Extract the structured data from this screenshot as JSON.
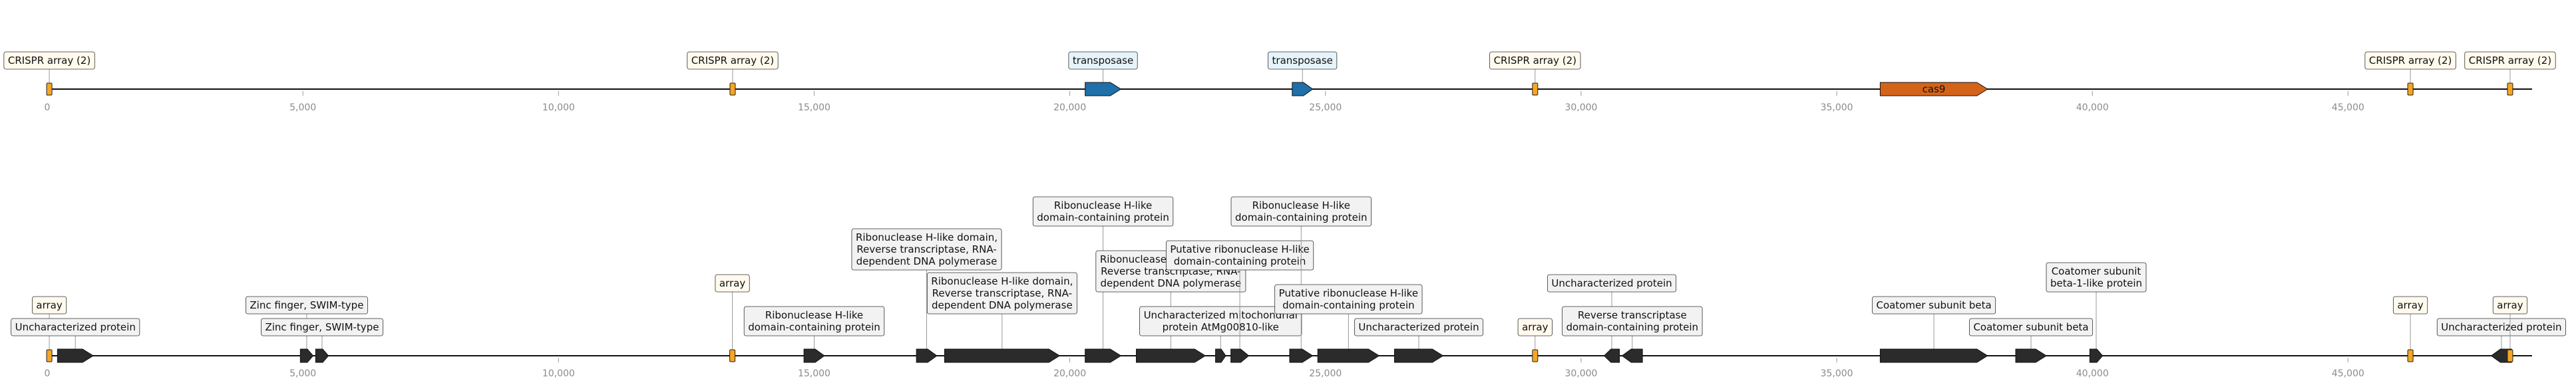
{
  "colors": {
    "crispr_fill": "#F5A623",
    "crispr_label_bg": "#FFFAED",
    "transposase_fill": "#1F6FA8",
    "transposase_label_bg": "#E6F3FA",
    "cas9_fill": "#D4631A",
    "gene_fill": "#2B2B2B",
    "gene_label_bg": "#F2F2F2",
    "array_label_bg": "#FFFAED",
    "axis": "#111111",
    "tick_text": "#8A8A8A"
  },
  "axis": {
    "min_bp": 0,
    "max_bp": 48600,
    "ticks": [
      {
        "value": 0,
        "label": "0"
      },
      {
        "value": 5000,
        "label": "5,000"
      },
      {
        "value": 10000,
        "label": "10,000"
      },
      {
        "value": 15000,
        "label": "15,000"
      },
      {
        "value": 20000,
        "label": "20,000"
      },
      {
        "value": 25000,
        "label": "25,000"
      },
      {
        "value": 30000,
        "label": "30,000"
      },
      {
        "value": 35000,
        "label": "35,000"
      },
      {
        "value": 40000,
        "label": "40,000"
      },
      {
        "value": 45000,
        "label": "45,000"
      }
    ]
  },
  "tracks": [
    {
      "id": "top",
      "features": [
        {
          "name": "crispr-array-1",
          "kind": "crispr",
          "start": 0,
          "end": 80,
          "strand": 0,
          "label": "CRISPR array (2)",
          "label_level": 1
        },
        {
          "name": "crispr-array-2",
          "kind": "crispr",
          "start": 13350,
          "end": 13460,
          "strand": 0,
          "label": "CRISPR array (2)",
          "label_level": 1
        },
        {
          "name": "transposase-1",
          "kind": "transposase",
          "start": 20300,
          "end": 21000,
          "strand": 1,
          "label": "transposase",
          "label_level": 1
        },
        {
          "name": "transposase-2",
          "kind": "transposase",
          "start": 24350,
          "end": 24750,
          "strand": 1,
          "label": "transposase",
          "label_level": 1
        },
        {
          "name": "crispr-array-3",
          "kind": "crispr",
          "start": 29050,
          "end": 29150,
          "strand": 0,
          "label": "CRISPR array (2)",
          "label_level": 1
        },
        {
          "name": "cas9",
          "kind": "cas9",
          "start": 35850,
          "end": 37950,
          "strand": 1,
          "label": "cas9",
          "label_inside": true
        },
        {
          "name": "crispr-array-4",
          "kind": "crispr",
          "start": 46180,
          "end": 46260,
          "strand": 0,
          "label": "CRISPR array (2)",
          "label_level": 1
        },
        {
          "name": "crispr-array-5",
          "kind": "crispr",
          "start": 48140,
          "end": 48200,
          "strand": 0,
          "label": "CRISPR array (2)",
          "label_level": 1
        }
      ]
    },
    {
      "id": "bottom",
      "features": [
        {
          "name": "array-1",
          "kind": "crispr",
          "start": 0,
          "end": 80,
          "strand": 0,
          "label": "array",
          "label_level": 2
        },
        {
          "name": "uncharacterized-protein-1",
          "kind": "gene",
          "start": 200,
          "end": 900,
          "strand": 1,
          "label": "Uncharacterized protein",
          "label_level": 1
        },
        {
          "name": "zinc-finger-1",
          "kind": "gene",
          "start": 4950,
          "end": 5200,
          "strand": 1,
          "label": "Zinc finger, SWIM-type",
          "label_level": 2
        },
        {
          "name": "zinc-finger-2",
          "kind": "gene",
          "start": 5250,
          "end": 5500,
          "strand": 1,
          "label": "Zinc finger, SWIM-type",
          "label_level": 1
        },
        {
          "name": "array-2",
          "kind": "crispr",
          "start": 13350,
          "end": 13450,
          "strand": 0,
          "label": "array",
          "label_level": 3
        },
        {
          "name": "ribonuclease-h-1",
          "kind": "gene",
          "start": 14800,
          "end": 15200,
          "strand": 1,
          "label": "Ribonuclease H-like|domain-containing protein",
          "label_level": 1
        },
        {
          "name": "ribonuclease-rt-1",
          "kind": "gene",
          "start": 17000,
          "end": 17400,
          "strand": 1,
          "label": "Ribonuclease H-like domain,|Reverse transcriptase, RNA-|dependent DNA polymerase",
          "label_level": 4
        },
        {
          "name": "ribonuclease-rt-2",
          "kind": "gene",
          "start": 17550,
          "end": 19800,
          "strand": 1,
          "label": "Ribonuclease H-like domain,|Reverse transcriptase, RNA-|dependent DNA polymerase",
          "label_level": 2
        },
        {
          "name": "ribonuclease-h-2",
          "kind": "gene",
          "start": 20300,
          "end": 21000,
          "strand": 1,
          "label": "Ribonuclease H-like|domain-containing protein",
          "label_level": 6
        },
        {
          "name": "ribonuclease-rt-3",
          "kind": "gene",
          "start": 21300,
          "end": 22650,
          "strand": 1,
          "label": "Ribonuclease H-like domain,|Reverse transcriptase, RNA-|dependent DNA polymerase",
          "label_level": 3
        },
        {
          "name": "uncharacterized-mito",
          "kind": "gene",
          "start": 22850,
          "end": 23050,
          "strand": 1,
          "label": "Uncharacterized mitochondrial|protein AtMg00810-like",
          "label_level": 1
        },
        {
          "name": "ribonuclease-put-1",
          "kind": "gene",
          "start": 23150,
          "end": 23500,
          "strand": 1,
          "label": "Putative ribonuclease H-like|domain-containing protein",
          "label_level": 4
        },
        {
          "name": "ribonuclease-h-3",
          "kind": "gene",
          "start": 24300,
          "end": 24750,
          "strand": 1,
          "label": "Ribonuclease H-like|domain-containing protein",
          "label_level": 6
        },
        {
          "name": "ribonuclease-put-2",
          "kind": "gene",
          "start": 24850,
          "end": 26050,
          "strand": 1,
          "label": "Putative ribonuclease H-like|domain-containing protein",
          "label_level": 2
        },
        {
          "name": "uncharacterized-protein-2",
          "kind": "gene",
          "start": 26350,
          "end": 27300,
          "strand": 1,
          "label": "Uncharacterized protein",
          "label_level": 1
        },
        {
          "name": "array-3",
          "kind": "crispr",
          "start": 29050,
          "end": 29150,
          "strand": 0,
          "label": "array",
          "label_level": 1
        },
        {
          "name": "uncharacterized-protein-3",
          "kind": "gene",
          "start": 30450,
          "end": 30750,
          "strand": -1,
          "label": "Uncharacterized protein",
          "label_level": 3
        },
        {
          "name": "reverse-transcriptase",
          "kind": "gene",
          "start": 30800,
          "end": 31200,
          "strand": -1,
          "label": "Reverse transcriptase|domain-containing protein",
          "label_level": 1
        },
        {
          "name": "coatomer-beta-1",
          "kind": "gene",
          "start": 35850,
          "end": 37950,
          "strand": 1,
          "label": "Coatomer subunit beta",
          "label_level": 2
        },
        {
          "name": "coatomer-beta-2",
          "kind": "gene",
          "start": 38500,
          "end": 39100,
          "strand": 1,
          "label": "Coatomer subunit beta",
          "label_level": 1
        },
        {
          "name": "coatomer-beta-prime",
          "kind": "gene",
          "start": 39950,
          "end": 40200,
          "strand": 1,
          "label": "Coatomer subunit|beta-1-like protein",
          "label_level": 3
        },
        {
          "name": "array-4",
          "kind": "crispr",
          "start": 46180,
          "end": 46260,
          "strand": 0,
          "label": "array",
          "label_level": 2
        },
        {
          "name": "uncharacterized-protein-4",
          "kind": "gene",
          "start": 47800,
          "end": 48200,
          "strand": -1,
          "label": "Uncharacterized protein",
          "label_level": 1
        },
        {
          "name": "array-5",
          "kind": "crispr",
          "start": 48140,
          "end": 48200,
          "strand": 0,
          "label": "array",
          "label_level": 2
        }
      ]
    }
  ]
}
